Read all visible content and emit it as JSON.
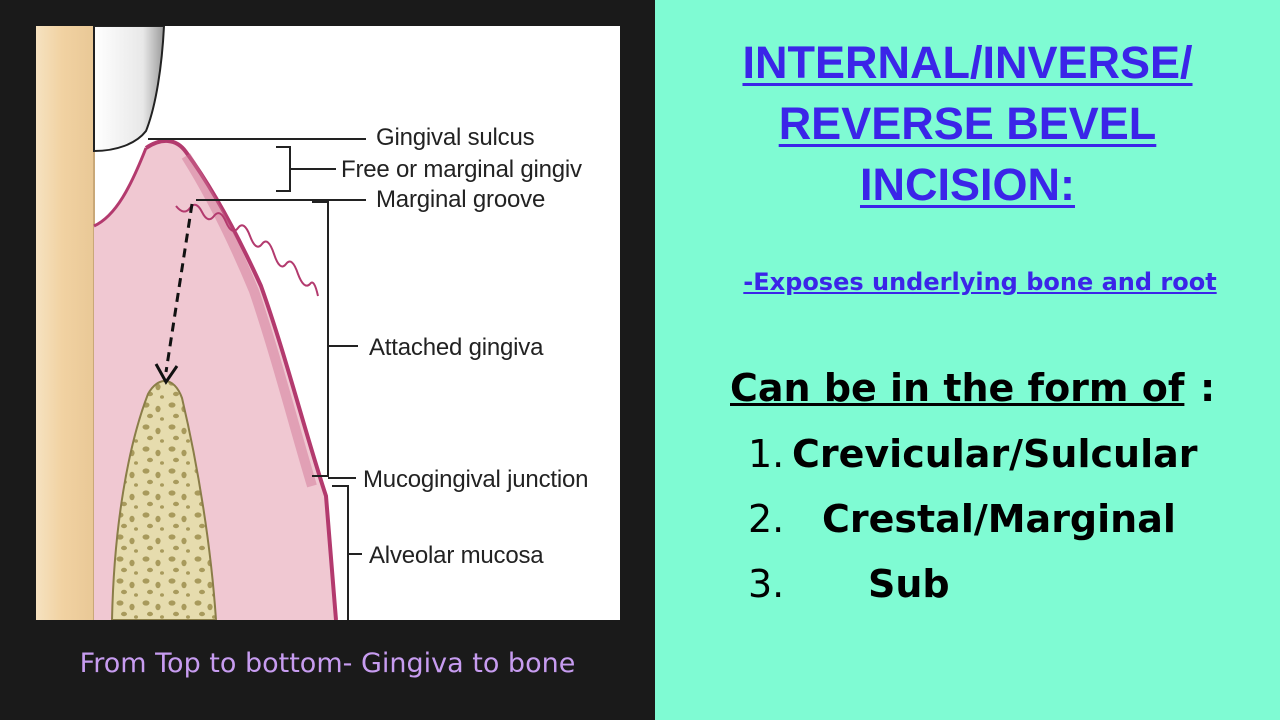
{
  "figure": {
    "labels": {
      "gingival_sulcus": "Gingival sulcus",
      "free_marginal": "Free or marginal gingiv",
      "marginal_groove": "Marginal groove",
      "attached_gingiva": "Attached gingiva",
      "mucogingival_junction": "Mucogingival junction",
      "alveolar_mucosa": "Alveolar mucosa"
    },
    "caption": "From Top to bottom- Gingiva to bone"
  },
  "slide": {
    "title_lines": [
      "INTERNAL/INVERSE/",
      "REVERSE BEVEL",
      "INCISION:"
    ],
    "subtitle": "-Exposes underlying bone and root",
    "form_heading": "Can be in the form of",
    "form_heading_colon": ":",
    "items": [
      {
        "number": "1.",
        "text": "Crevicular/Sulcular"
      },
      {
        "number": "2.",
        "text": "Crestal/Marginal"
      },
      {
        "number": "3.",
        "text": "Sub"
      }
    ]
  },
  "colors": {
    "left_background": "#1a1a1a",
    "right_background": "#7ffbd3",
    "title_color": "#3b25e8",
    "caption_color": "#c79cf0",
    "gingiva_color": "#f0c8d2",
    "gingiva_edge": "#b33a6e",
    "bone_color": "#e6dcae"
  }
}
